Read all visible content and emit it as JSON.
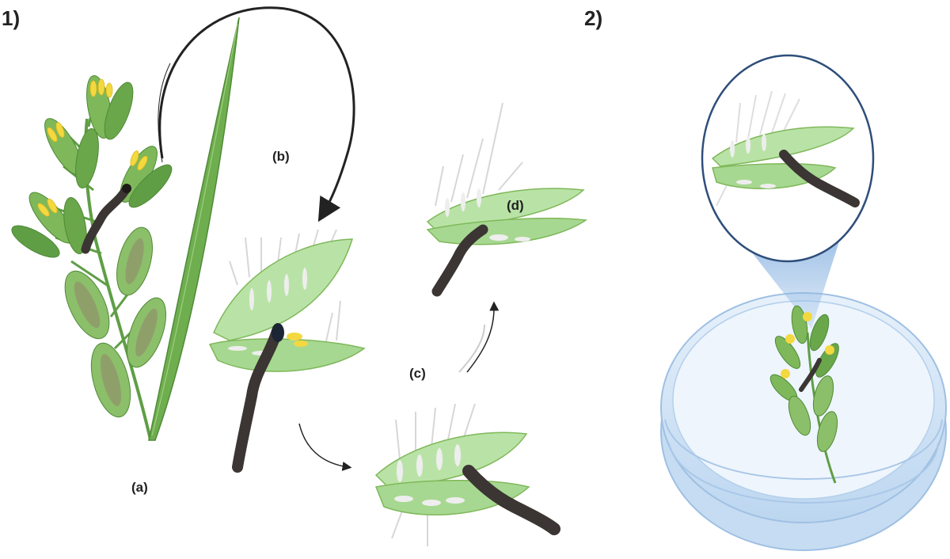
{
  "panels": {
    "panel_1": {
      "label": "1)"
    },
    "panel_2": {
      "label": "2)"
    }
  },
  "steps": {
    "a": {
      "label": "(a)"
    },
    "b": {
      "label": "(b)"
    },
    "c": {
      "label": "(c)"
    },
    "d": {
      "label": "(d)"
    }
  },
  "colors": {
    "leaf_green": "#7fb85a",
    "spikelet_light": "#b9e3a6",
    "spikelet_dark": "#8cc777",
    "grain_olive": "#8f9f6a",
    "anther_yellow": "#f4d840",
    "larva_dark": "#3b3533",
    "lens_blue": "#a9c7e8",
    "dish_blue": "#cfe2f5",
    "arrow": "#222222"
  }
}
